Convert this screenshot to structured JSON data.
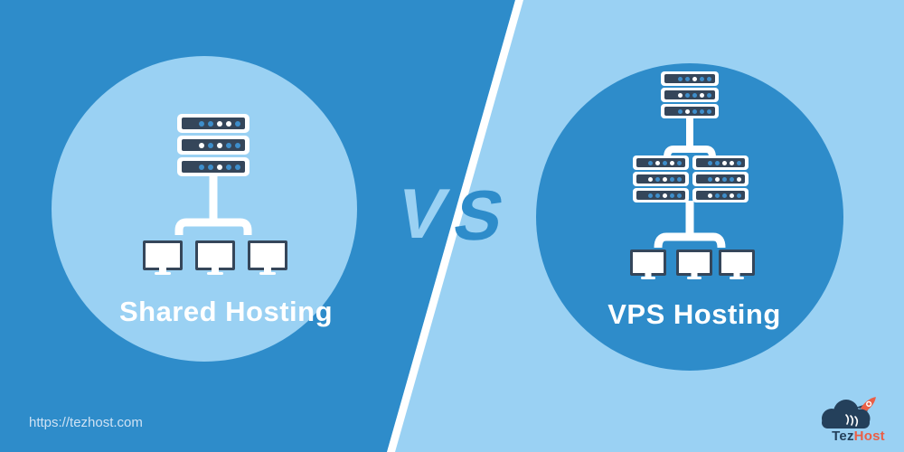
{
  "colors": {
    "background_dark_blue": "#2E8CCA",
    "background_light_blue": "#9AD1F3",
    "server_navy": "#35465A",
    "server_dot_blue": "#3E8ECB",
    "title_text": "#FFFFFF",
    "footer_url_text": "#CFE2F4",
    "logo_navy": "#24405B",
    "logo_coral": "#EA5F46"
  },
  "left_panel": {
    "title": "Shared Hosting"
  },
  "right_panel": {
    "title": "VPS Hosting"
  },
  "divider": {
    "letter_v": "V",
    "letter_s": "S"
  },
  "footer": {
    "url": "https://tezhost.com"
  },
  "brand": {
    "name_part_1": "Tez",
    "name_part_2": "Host"
  },
  "dot_patterns": {
    "shared_rack": [
      "bbwwb",
      "wbwbb",
      "bbwbb"
    ],
    "vps_parent_rack": [
      "bbwbb",
      "wbbwb",
      "bwbbb"
    ],
    "vps_child_rack_left": [
      "bwbwb",
      "wbwbb",
      "bbwbb"
    ],
    "vps_child_rack_right": [
      "bbwwb",
      "bwbbw",
      "wbbwb"
    ]
  }
}
